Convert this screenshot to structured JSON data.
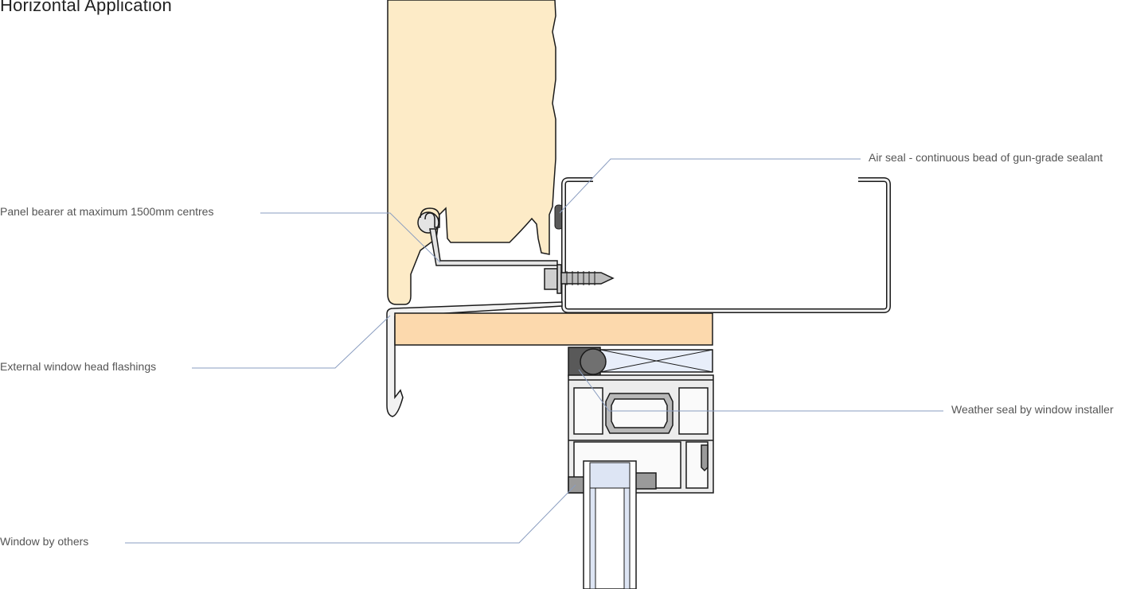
{
  "title": "Horizontal Application",
  "callouts": {
    "air_seal": "Air seal - continuous bead of gun-grade sealant",
    "panel_bearer": "Panel bearer at maximum 1500mm centres",
    "flashings": "External window head flashings",
    "weather_seal": "Weather seal by window installer",
    "window": "Window by others"
  },
  "colors": {
    "panel_fill": "#fdebc7",
    "timber_fill": "#fcd9ad",
    "glass_fill": "#dde5f4",
    "insulation_fill": "#e8eefa",
    "seal_fill": "#595959",
    "metal_fill": "#e4e4e4",
    "outline": "#1a1a1a",
    "leader": "#8a9dc0"
  }
}
